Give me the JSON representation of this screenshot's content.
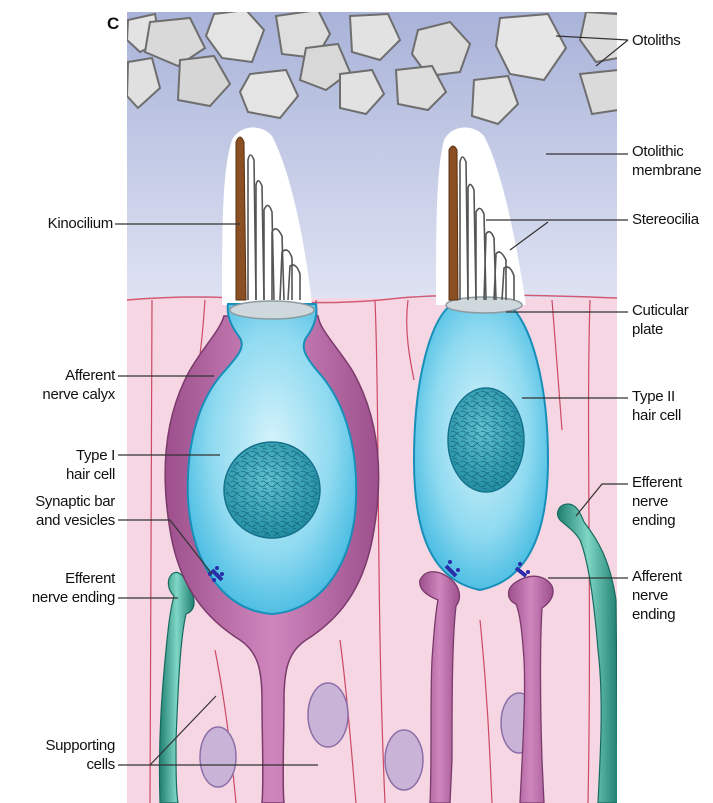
{
  "panel_letter": "C",
  "labels": {
    "otoliths": {
      "l1": "Otoliths"
    },
    "otolithic_membrane": {
      "l1": "Otolithic",
      "l2": "membrane"
    },
    "stereocilia": {
      "l1": "Stereocilia"
    },
    "cuticular_plate": {
      "l1": "Cuticular",
      "l2": "plate"
    },
    "type2": {
      "l1": "Type II",
      "l2": "hair cell"
    },
    "efferent_right": {
      "l1": "Efferent",
      "l2": "nerve",
      "l3": "ending"
    },
    "afferent_right": {
      "l1": "Afferent",
      "l2": "nerve",
      "l3": "ending"
    },
    "kinocilium": {
      "l1": "Kinocilium"
    },
    "afferent_calyx": {
      "l1": "Afferent",
      "l2": "nerve calyx"
    },
    "type1": {
      "l1": "Type I",
      "l2": "hair cell"
    },
    "synaptic": {
      "l1": "Synaptic bar",
      "l2": "and vesicles"
    },
    "efferent_left": {
      "l1": "Efferent",
      "l2": "nerve ending"
    },
    "supporting": {
      "l1": "Supporting",
      "l2": "cells"
    }
  },
  "colors": {
    "membrane": "#c7cfea",
    "tissue": "#f3d3df",
    "tissue_line": "#c9445e",
    "calyx": "#b86aa6",
    "hair_cell": "#5cc6e6",
    "hair_cell_light": "#c8eef8",
    "nucleus": "#2b97ac",
    "efferent": "#2f9c8a",
    "kinocilium": "#8a4f22",
    "otolith": "#d8d8d8"
  }
}
